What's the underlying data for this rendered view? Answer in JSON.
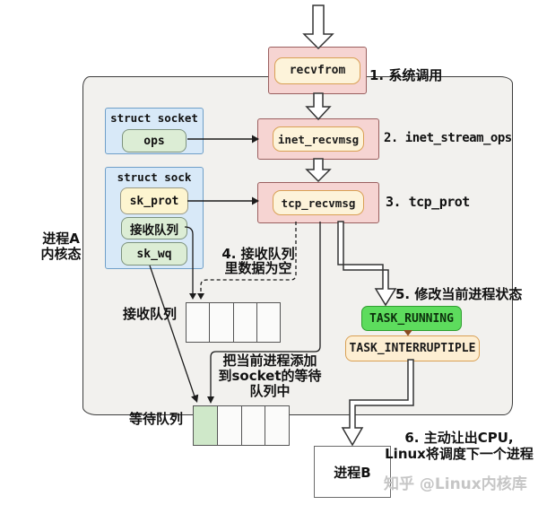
{
  "process_a": {
    "line1": "进程A",
    "line2": "内核态"
  },
  "flow": {
    "recvfrom": "recvfrom",
    "step1": "1. 系统调用",
    "inet_recvmsg": "inet_recvmsg",
    "step2": "2. inet_stream_ops",
    "tcp_recvmsg": "tcp_recvmsg",
    "step3": "3. tcp_prot"
  },
  "struct_socket": {
    "title": "struct socket",
    "ops": "ops"
  },
  "struct_sock": {
    "title": "struct sock",
    "sk_prot": "sk_prot",
    "recv_queue": "接收队列",
    "sk_wq": "sk_wq"
  },
  "step4": {
    "line1": "4. 接收队列",
    "line2": "里数据为空"
  },
  "recv_queue": {
    "label": "接收队列",
    "cells": 4
  },
  "wait_note": {
    "line1": "把当前进程添加",
    "line2": "到socket的等待",
    "line3": "队列中"
  },
  "step5": "5. 修改当前进程状态",
  "states": {
    "running": "TASK_RUNNING",
    "interruptible": "TASK_INTERRUPTIPLE"
  },
  "wait_queue": {
    "label": "等待队列",
    "cells": 4,
    "first_cell_highlighted": true
  },
  "step6": {
    "line1": "6. 主动让出CPU,",
    "line2": "Linux将调度下一个进程"
  },
  "process_b": "进程B",
  "watermark": "知乎 @Linux内核库",
  "colors": {
    "container_fill": "#f2f1ee",
    "pink_fill": "#f6d4d2",
    "pink_border": "#9a5f5f",
    "cream_fill": "#fdf3da",
    "cream_border": "#d9a054",
    "blue_fill": "#d8e9f8",
    "blue_border": "#6f9fc8",
    "green_fill": "#dcedd5",
    "green_border": "#7d927d",
    "yellow_fill": "#fdf5d0",
    "task_running_fill": "#5ddc5d",
    "task_running_border": "#2f9e2f",
    "wait_cell_green": "#cfe8c9",
    "small_arrow": "#8a4a20",
    "watermark_gray": "#c6c6c6"
  }
}
